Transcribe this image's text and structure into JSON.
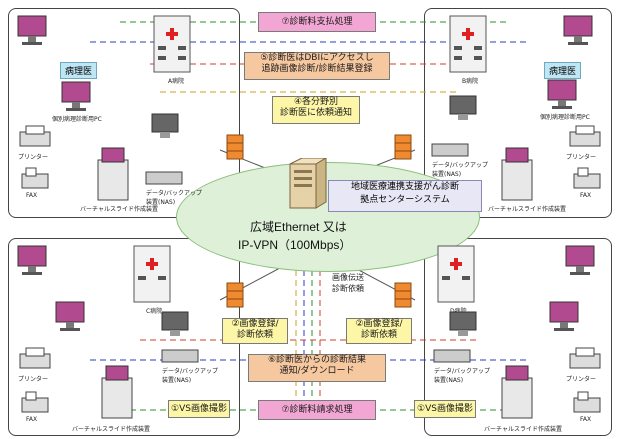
{
  "boxes": {
    "top_payment": "⑦診断料支払処理",
    "dbi_access": "⑤診断医はDBIにアクセスし\n追跡画像診断/診断結果登録",
    "notify": "④各分野別\n診断医に依頼通知",
    "img_reg_left": "②画像登録/\n診断依頼",
    "img_reg_right": "②画像登録/\n診断依頼",
    "result_dl": "⑥診断医からの診断結果\n通知/ダウンロード",
    "bottom_claim": "⑦診断料請求処理",
    "vs_left": "①VS画像撮影",
    "vs_right": "①VS画像撮影"
  },
  "labels": {
    "pathologist_left": "病理医",
    "pathologist_right": "病理医",
    "hospital_a": "A病院",
    "hospital_b": "B病院",
    "hospital_c": "C病院",
    "hospital_d": "D病院",
    "printer": "プリンター",
    "fax": "FAX",
    "backup": "データ/バックアップ\n装置(NAS)",
    "slide_scanner": "バーチャルスライド作成装置",
    "img_transfer": "画像伝送\n診断依頼",
    "pc_caption": "個別病理診断用PC"
  },
  "network": {
    "title": "広域Ethernet 又は",
    "subtitle": "IP-VPN（100Mbps）"
  },
  "center_system": "地域医療連携支援がん診断\n拠点センターシステム"
}
